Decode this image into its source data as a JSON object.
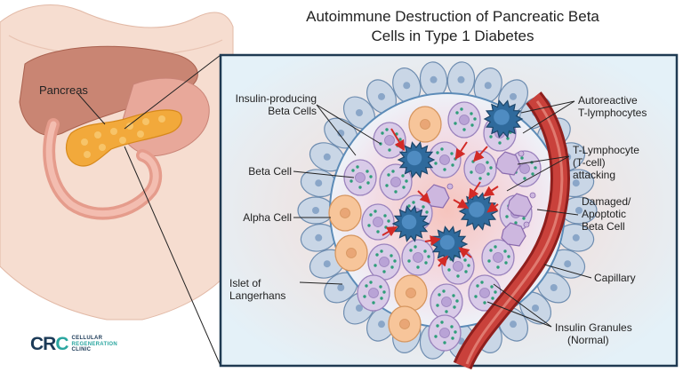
{
  "title_lines": [
    "Autoimmune Destruction of Pancreatic Beta",
    "Cells in Type 1 Diabetes"
  ],
  "labels": {
    "pancreas": "Pancreas",
    "insulin_producing": [
      "Insulin-producing",
      "Beta Cells"
    ],
    "beta_cell": "Beta Cell",
    "alpha_cell": "Alpha Cell",
    "islet": [
      "Islet of",
      "Langerhans"
    ],
    "autoreactive": [
      "Autoreactive",
      "T-lymphocytes"
    ],
    "tcell_attacking": [
      "T-Lymphocyte",
      "(T-cell)",
      "attacking"
    ],
    "damaged": [
      "Damaged/",
      "Apoptotic",
      "Beta Cell"
    ],
    "capillary": "Capillary",
    "granules": [
      "Insulin Granules",
      "(Normal)"
    ]
  },
  "logo": {
    "mark_main": "CR",
    "mark_accent": "C",
    "words": [
      "CELLULAR",
      "REGENERATION",
      "CLINIC"
    ]
  },
  "colors": {
    "skin": "#f6ddd0",
    "liver": "#c98573",
    "pancreas": "#f2a93b",
    "panel_bg": "#e4f1f8",
    "panel_border": "#1f3a52",
    "epithelium": "#c9d6e6",
    "beta_cell": "#d9cbe8",
    "alpha_cell": "#f7c59a",
    "tcell": "#2f6a9c",
    "granule": "#2f9e7a",
    "capillary": "#b8302c",
    "arrow": "#d22a26"
  }
}
